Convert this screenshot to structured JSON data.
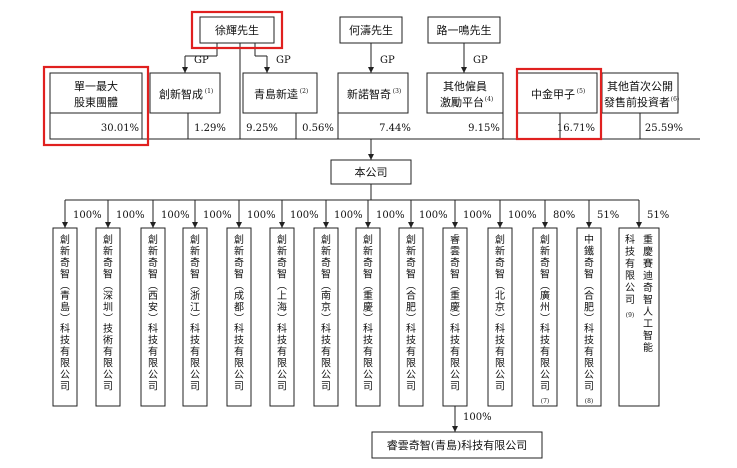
{
  "top_people": [
    {
      "name": "徐輝先生",
      "highlighted": true
    },
    {
      "name": "何濤先生",
      "highlighted": false
    },
    {
      "name": "路一鳴先生",
      "highlighted": false
    }
  ],
  "gp_labels": [
    "GP",
    "GP",
    "GP",
    "GP"
  ],
  "shareholders": [
    {
      "name_lines": [
        "單一最大",
        "股東團體"
      ],
      "note": "",
      "pct": "30.01%",
      "highlighted": true
    },
    {
      "name_lines": [
        "創新智成"
      ],
      "note": "(1)",
      "pct": "1.29%",
      "highlighted": false
    },
    {
      "name_lines": [
        "青島新逵"
      ],
      "note": "(2)",
      "pct": "9.25%",
      "highlighted": false
    },
    {
      "name_lines": [
        "新諾智奇"
      ],
      "note": "(3)",
      "pct": "0.56%",
      "highlighted": false
    },
    {
      "name_lines": [
        "其他僱員",
        "激勵平台"
      ],
      "note": "(4)",
      "pct": "7.44%",
      "highlighted": false
    },
    {
      "name_lines": [
        "中金甲子"
      ],
      "note": "(5)",
      "pct": "9.15%",
      "highlighted": true
    },
    {
      "name_lines": [
        "其他首次公開",
        "發售前投資者"
      ],
      "note": "(6)",
      "pct": "16.71%",
      "highlighted": false
    },
    {
      "extra_pct": "25.59%"
    }
  ],
  "company": "本公司",
  "subsidiaries": [
    {
      "pct": "100%",
      "name": "創新奇智(青島)科技有限公司",
      "note": ""
    },
    {
      "pct": "100%",
      "name": "創新奇智(深圳)技術有限公司",
      "note": ""
    },
    {
      "pct": "100%",
      "name": "創新奇智(西安)科技有限公司",
      "note": ""
    },
    {
      "pct": "100%",
      "name": "創新奇智(浙江)科技有限公司",
      "note": ""
    },
    {
      "pct": "100%",
      "name": "創新奇智(成都)科技有限公司",
      "note": ""
    },
    {
      "pct": "100%",
      "name": "創新奇智(上海)科技有限公司",
      "note": ""
    },
    {
      "pct": "100%",
      "name": "創新奇智(南京)科技有限公司",
      "note": ""
    },
    {
      "pct": "100%",
      "name": "創新奇智(重慶)科技有限公司",
      "note": ""
    },
    {
      "pct": "100%",
      "name": "創新奇智(合肥)科技有限公司",
      "note": ""
    },
    {
      "pct": "100%",
      "name": "睿雲奇智(重慶)科技有限公司",
      "note": ""
    },
    {
      "pct": "100%",
      "name": "創新奇智(北京)科技有限公司",
      "note": ""
    },
    {
      "pct": "80%",
      "name": "創新奇智(廣州)科技有限公司",
      "note": "(7)"
    },
    {
      "pct": "51%",
      "name": "中鐵奇智(合肥)科技有限公司",
      "note": "(8)"
    },
    {
      "pct": "51%",
      "name": "重慶賽迪奇智人工智能科技有限公司",
      "note": "(9)"
    }
  ],
  "sub_subsidiary": {
    "pct": "100%",
    "name": "睿雲奇智(青島)科技有限公司"
  }
}
